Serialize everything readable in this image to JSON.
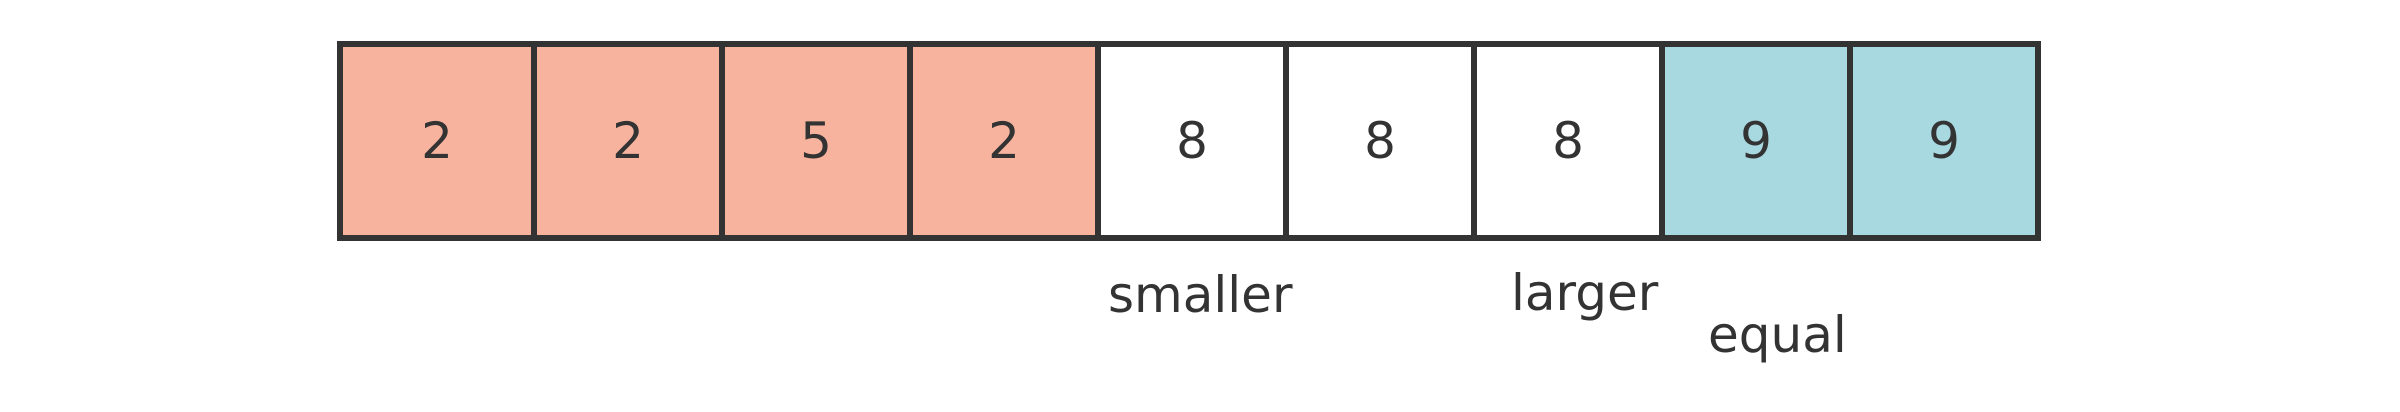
{
  "colors": {
    "smaller": "#F7B39E",
    "equal": "#FFFFFF",
    "larger": "#A8D8E0",
    "border": "#333333"
  },
  "cells": [
    {
      "value": "2",
      "group": "smaller"
    },
    {
      "value": "2",
      "group": "smaller"
    },
    {
      "value": "5",
      "group": "smaller"
    },
    {
      "value": "2",
      "group": "smaller"
    },
    {
      "value": "8",
      "group": "equal"
    },
    {
      "value": "8",
      "group": "equal"
    },
    {
      "value": "8",
      "group": "equal"
    },
    {
      "value": "9",
      "group": "larger"
    },
    {
      "value": "9",
      "group": "larger"
    }
  ],
  "labels": {
    "smaller": "smaller",
    "larger": "larger",
    "equal": "equal"
  }
}
